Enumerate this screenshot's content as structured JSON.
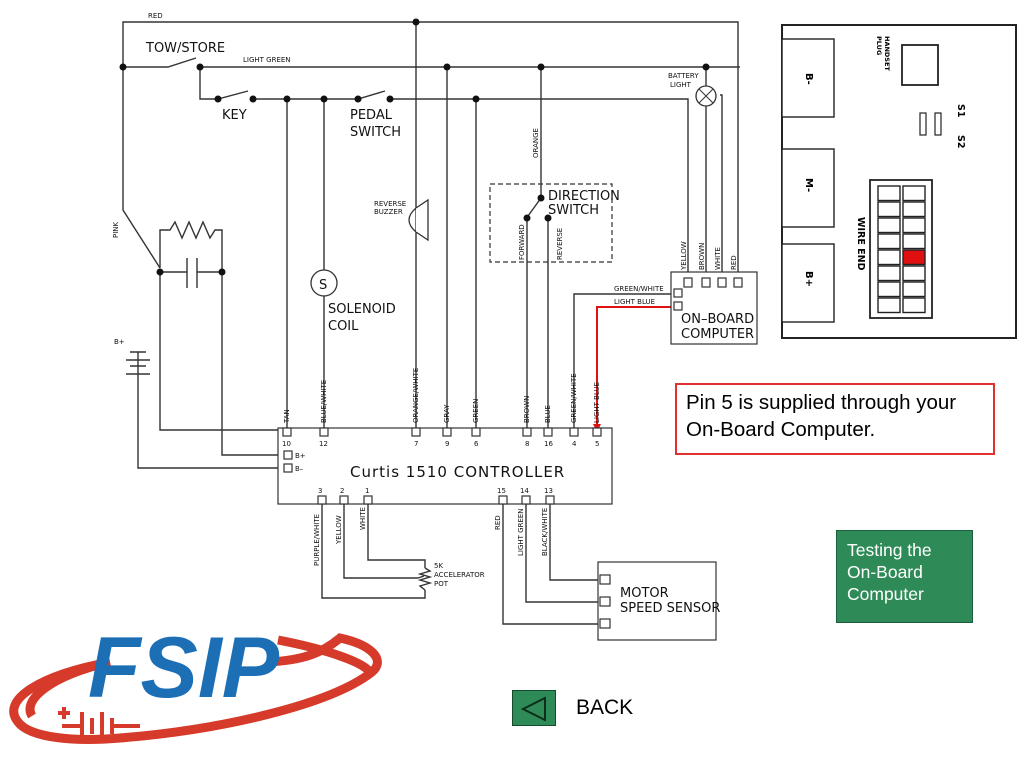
{
  "wiring": {
    "red": "RED",
    "tow_store": "TOW/STORE",
    "light_green": "LIGHT GREEN",
    "key": "KEY",
    "pedal_switch_1": "PEDAL",
    "pedal_switch_2": "SWITCH",
    "battery_light_1": "BATTERY",
    "battery_light_2": "LIGHT",
    "pink": "PINK",
    "battery_pos": "B+",
    "reverse_buzzer_1": "REVERSE",
    "reverse_buzzer_2": "BUZZER",
    "orange": "ORANGE",
    "direction_switch_1": "DIRECTION",
    "direction_switch_2": "SWITCH",
    "forward": "FORWARD",
    "reverse": "REVERSE",
    "solenoid_s": "S",
    "solenoid_1": "SOLENOID",
    "solenoid_2": "COIL",
    "obc_yellow": "YELLOW",
    "obc_brown": "BROWN",
    "obc_white": "WHITE",
    "obc_red": "RED",
    "green_white": "GREEN/WHITE",
    "light_blue": "LIGHT BLUE",
    "obc_1": "ON–BOARD",
    "obc_2": "COMPUTER",
    "top_wires": [
      {
        "label": "TAN",
        "pin": "10"
      },
      {
        "label": "BLUE/WHITE",
        "pin": "12"
      },
      {
        "label": "ORANGE/WHITE",
        "pin": "7"
      },
      {
        "label": "GRAY",
        "pin": "9"
      },
      {
        "label": "GREEN",
        "pin": "6"
      },
      {
        "label": "BROWN",
        "pin": "8"
      },
      {
        "label": "BLUE",
        "pin": "16"
      },
      {
        "label": "GREEN/WHITE",
        "pin": "4"
      },
      {
        "label": "LIGHT BLUE",
        "pin": "5"
      }
    ],
    "ctl_bplus": "B+",
    "ctl_bminus": "B–",
    "controller": "Curtis  1510  CONTROLLER",
    "bottom_wires": [
      {
        "label": "PURPLE/WHITE",
        "pin": "3"
      },
      {
        "label": "YELLOW",
        "pin": "2"
      },
      {
        "label": "WHITE",
        "pin": "1"
      },
      {
        "label": "RED",
        "pin": "15"
      },
      {
        "label": "LIGHT GREEN",
        "pin": "14"
      },
      {
        "label": "BLACK/WHITE",
        "pin": "13"
      }
    ],
    "pot_1": "5K",
    "pot_2": "ACCELERATOR",
    "pot_3": "POT",
    "mss_1": "MOTOR",
    "mss_2": "SPEED  SENSOR"
  },
  "board": {
    "b_minus": "B-",
    "m_minus": "M-",
    "b_plus": "B+",
    "handset_1": "HANDSET",
    "handset_2": "PLUG",
    "s1": "S1",
    "s2": "S2",
    "wire_end": "WIRE END",
    "highlight_color": "#e01010"
  },
  "callout": {
    "text": "Pin 5 is supplied through your On-Board Computer.",
    "border_color": "#e03030"
  },
  "nav": {
    "test_button": "Testing the\nOn-Board\nComputer",
    "back_label": "BACK",
    "accent": "#2e8b57"
  },
  "logo": {
    "text": "FSIP",
    "blue": "#1c6fb5",
    "red": "#d63a2a"
  }
}
